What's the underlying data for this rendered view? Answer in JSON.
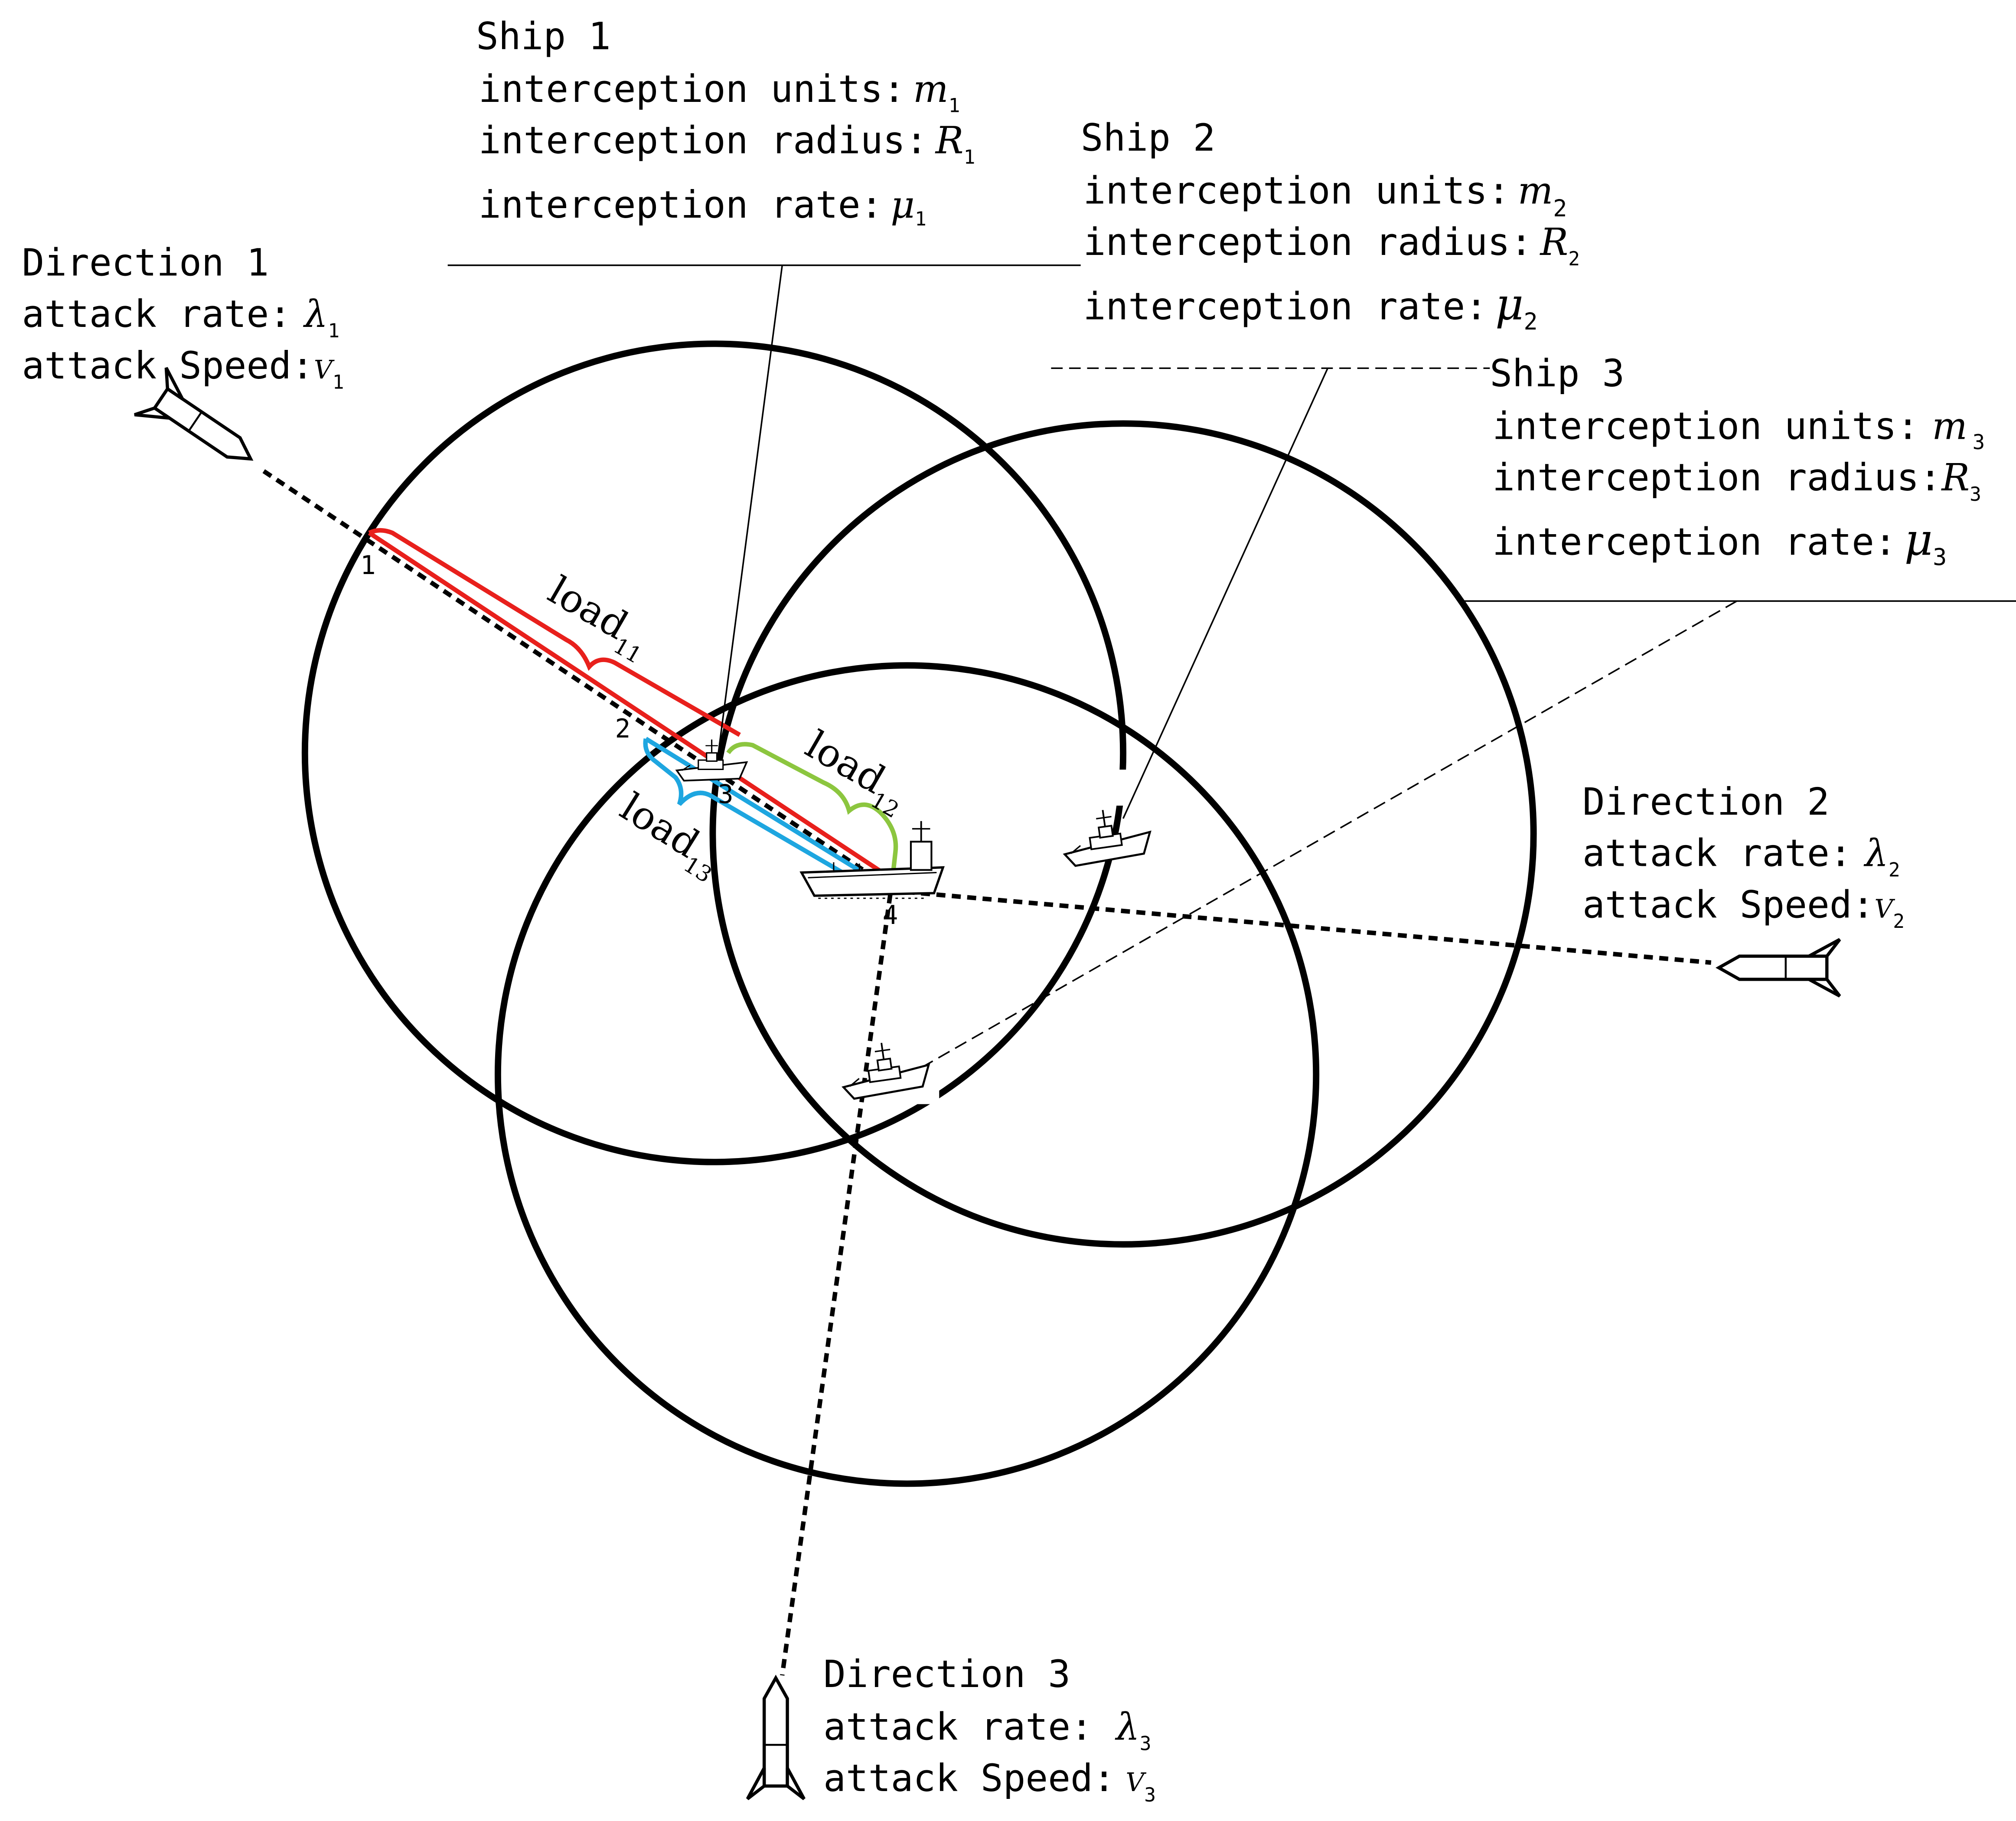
{
  "colors": {
    "line": "#000000",
    "load11": "#e8201c",
    "load12": "#8cc63f",
    "load13": "#1ea6e0"
  },
  "ships": [
    {
      "title": "Ship 1",
      "units_label": "interception units:",
      "units_symbol": "m",
      "units_sub": "1",
      "radius_label": "interception radius:",
      "radius_symbol": "R",
      "radius_sub": "1",
      "rate_label": "interception rate:",
      "rate_symbol": "μ",
      "rate_sub": "1"
    },
    {
      "title": "Ship 2",
      "units_label": "interception units:",
      "units_symbol": "m",
      "units_sub": "2",
      "radius_label": "interception radius:",
      "radius_symbol": "R",
      "radius_sub": "2",
      "rate_label": "interception rate:",
      "rate_symbol": "μ",
      "rate_sub": "2"
    },
    {
      "title": "Ship 3",
      "units_label": "interception units:",
      "units_symbol": "m",
      "units_sub": "3",
      "radius_label": "interception radius:",
      "radius_symbol": "R",
      "radius_sub": "3",
      "rate_label": "interception rate:",
      "rate_symbol": "μ",
      "rate_sub": "3"
    }
  ],
  "directions": [
    {
      "title": "Direction 1",
      "rate_label": "attack rate:",
      "rate_symbol": "λ",
      "rate_sub": "1",
      "speed_label": "attack Speed:",
      "speed_symbol": "V",
      "speed_sub": "1"
    },
    {
      "title": "Direction 2",
      "rate_label": "attack rate:",
      "rate_symbol": "λ",
      "rate_sub": "2",
      "speed_label": "attack Speed:",
      "speed_symbol": "V",
      "speed_sub": "2"
    },
    {
      "title": "Direction 3",
      "rate_label": "attack rate:",
      "rate_symbol": "λ",
      "rate_sub": "3",
      "speed_label": "attack Speed:",
      "speed_symbol": "V",
      "speed_sub": "3"
    }
  ],
  "loads": [
    {
      "word": "load",
      "sub": "11"
    },
    {
      "word": "load",
      "sub": "12"
    },
    {
      "word": "load",
      "sub": "13"
    }
  ],
  "points": [
    "1",
    "2",
    "3",
    "4"
  ],
  "icons": {
    "missile": "missile-icon",
    "ship": "ship-icon",
    "carrier": "aircraft-carrier-icon"
  }
}
